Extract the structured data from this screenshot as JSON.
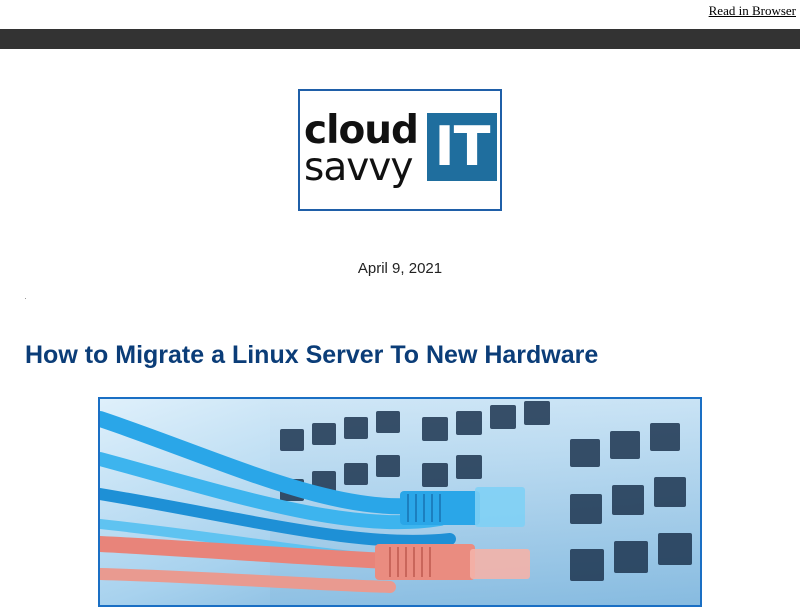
{
  "header": {
    "read_in_browser": "Read in Browser"
  },
  "logo": {
    "word1": "cloud",
    "word2": "savvy",
    "badge": "IT",
    "badge_color": "#1f6e9e",
    "border_color": "#1f5fa8"
  },
  "article": {
    "date": "April 9, 2021",
    "title": "How to Migrate a Linux Server To New Hardware",
    "title_color": "#0b3d78",
    "image_alt": "Network switch with blue and red ethernet cables"
  }
}
